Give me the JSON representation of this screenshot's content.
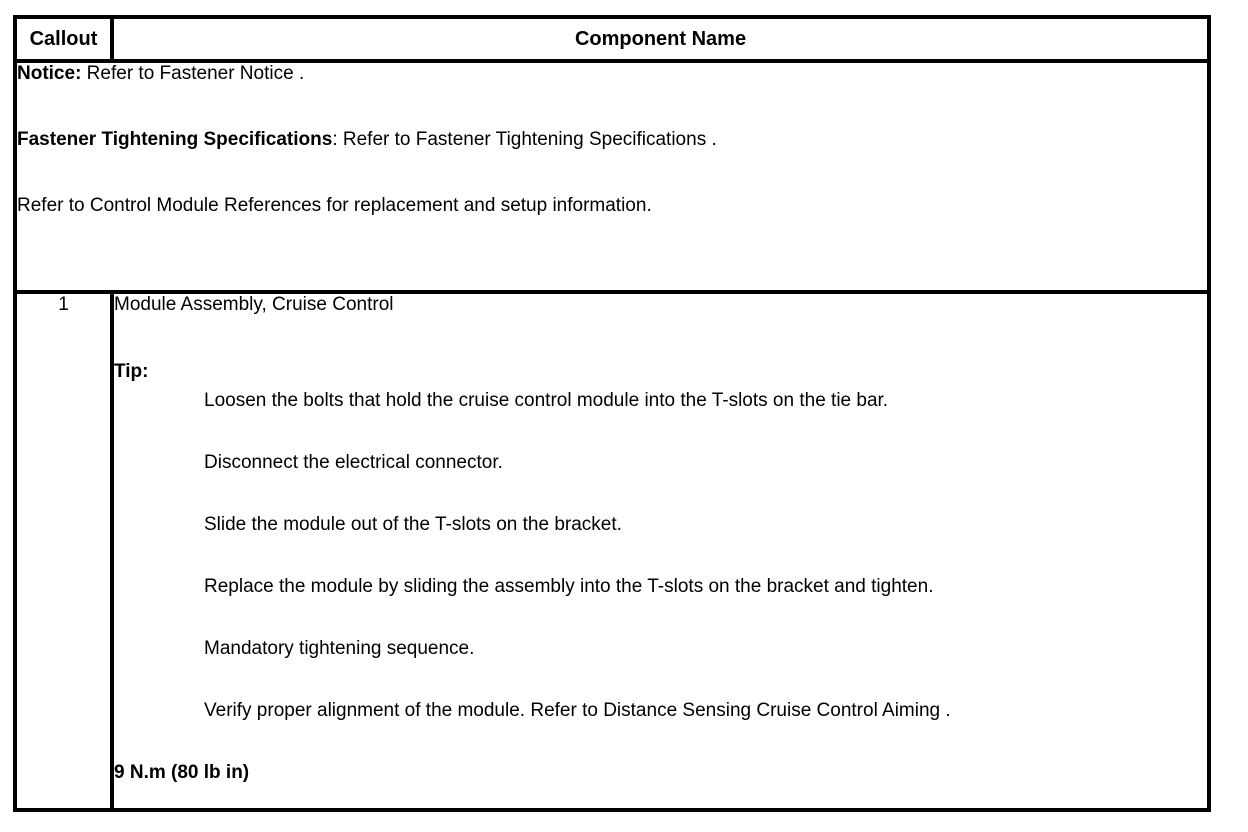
{
  "page": {
    "background_color": "#ffffff",
    "border_color": "#000000",
    "text_color": "#000000"
  },
  "table": {
    "header": {
      "callout_label": "Callout",
      "component_label": "Component Name"
    },
    "notes": {
      "notice_label": "Notice:",
      "notice_text": " Refer to Fastener Notice .",
      "fastener_label": "Fastener Tightening Specifications",
      "fastener_text": ": Refer to Fastener Tightening Specifications .",
      "references_text": "Refer to Control Module References for replacement and setup information."
    },
    "row": {
      "callout": "1",
      "component": "Module Assembly, Cruise Control",
      "tip_label": "Tip:",
      "steps": [
        "Loosen the bolts that hold the cruise control module into the T-slots on the tie bar.",
        "Disconnect the electrical connector.",
        "Slide the module out of the T-slots on the bracket.",
        "Replace the module by sliding the assembly into the T-slots on the bracket and tighten.",
        "Mandatory tightening sequence.",
        "Verify proper alignment of the module. Refer to Distance Sensing Cruise Control Aiming ."
      ],
      "torque": "9 N.m (80 lb in)"
    }
  }
}
